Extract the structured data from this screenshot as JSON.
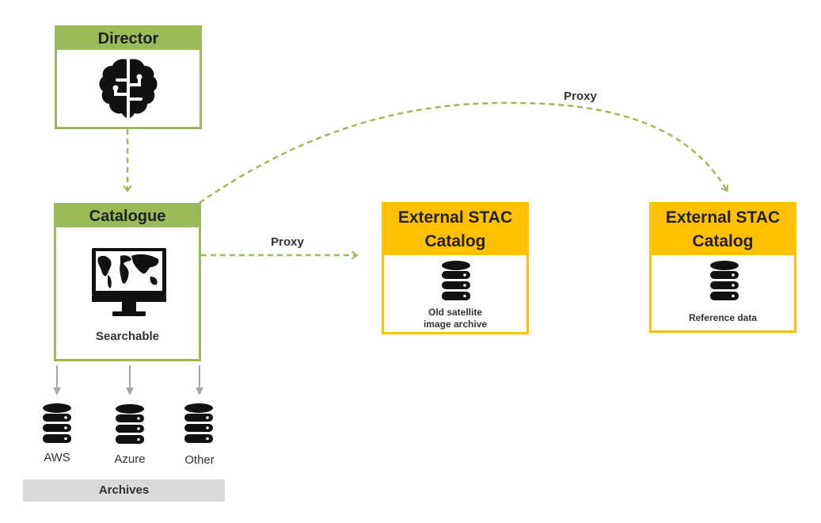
{
  "director": {
    "title": "Director",
    "icon": "brain-icon"
  },
  "catalogue": {
    "title": "Catalogue",
    "caption": "Searchable",
    "icon": "world-monitor-icon"
  },
  "external_catalogs": [
    {
      "title_line1": "External STAC",
      "title_line2": "Catalog",
      "caption_line1": "Old satellite",
      "caption_line2": "image archive",
      "icon": "database-icon"
    },
    {
      "title_line1": "External STAC",
      "title_line2": "Catalog",
      "caption_line1": "Reference data",
      "caption_line2": "",
      "icon": "database-icon"
    }
  ],
  "connectors": {
    "proxy_label_1": "Proxy",
    "proxy_label_2": "Proxy"
  },
  "archives": {
    "label": "Archives",
    "items": [
      {
        "name": "AWS",
        "icon": "database-icon"
      },
      {
        "name": "Azure",
        "icon": "database-icon"
      },
      {
        "name": "Other",
        "icon": "database-icon"
      }
    ]
  },
  "colors": {
    "green": "#9bbb59",
    "gold": "#ffc000",
    "arrow_grey": "#a6a6a6",
    "archive_bar": "#d9d9d9"
  }
}
